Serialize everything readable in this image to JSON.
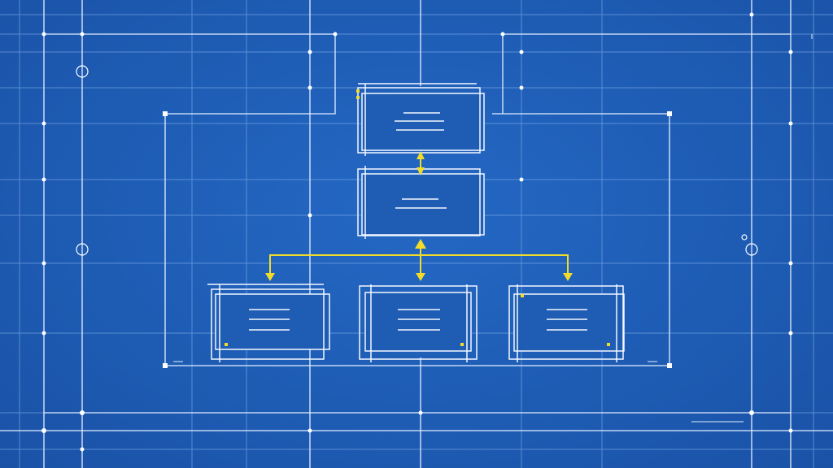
{
  "diagram": {
    "type": "hierarchy-flowchart",
    "colors": {
      "background": "#1f5fb8",
      "line": "#dbe9ff",
      "grid": "#7fb0ec",
      "connector": "#f2dc2a"
    },
    "nodes": [
      {
        "id": "top",
        "label_lines": 3
      },
      {
        "id": "middle",
        "label_lines": 2
      },
      {
        "id": "bottom-left",
        "label_lines": 3
      },
      {
        "id": "bottom-center",
        "label_lines": 3
      },
      {
        "id": "bottom-right",
        "label_lines": 3
      }
    ],
    "edges": [
      {
        "from": "middle",
        "to": "top",
        "arrow": "both"
      },
      {
        "from": "middle",
        "to": "bottom-left",
        "arrow": "down"
      },
      {
        "from": "middle",
        "to": "bottom-center",
        "arrow": "both"
      },
      {
        "from": "middle",
        "to": "bottom-right",
        "arrow": "down"
      }
    ]
  }
}
